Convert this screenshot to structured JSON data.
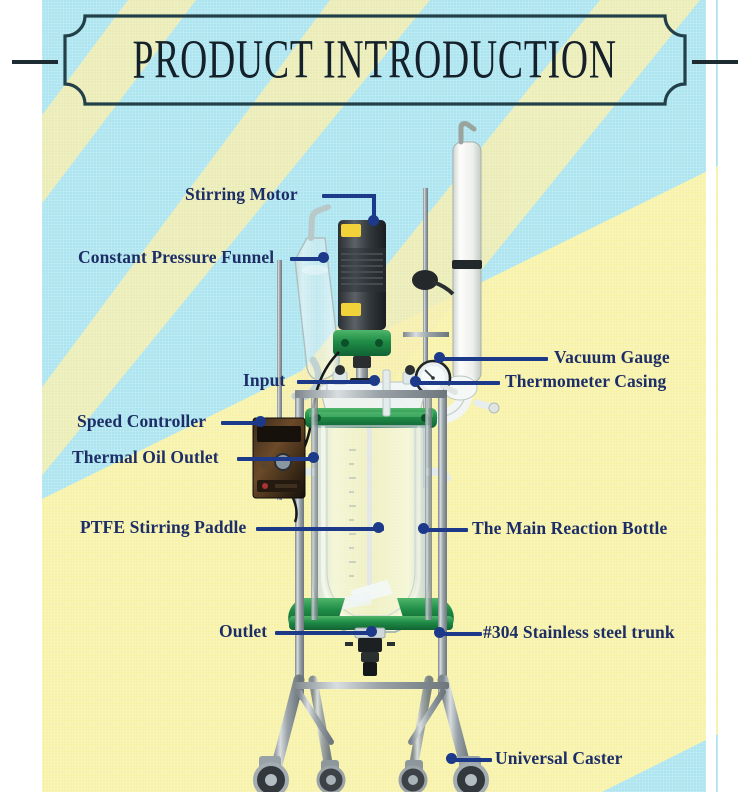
{
  "page": {
    "title": "PRODUCT INTRODUCTION",
    "background_colors": {
      "cyan": "#ace4ef",
      "yellow": "#f7f2a8",
      "pale_yellow_stripe": "#f6eeac",
      "white_stripe": "#ffffff"
    },
    "label_color": "#1d2d66",
    "leader_color": "#1d3a8a"
  },
  "labels": {
    "left": [
      {
        "id": "stirring-motor",
        "text": "Stirring Motor"
      },
      {
        "id": "constant-pressure-funnel",
        "text": "Constant Pressure Funnel"
      },
      {
        "id": "input",
        "text": "Input"
      },
      {
        "id": "speed-controller",
        "text": "Speed Controller"
      },
      {
        "id": "thermal-oil-outlet",
        "text": "Thermal Oil Outlet"
      },
      {
        "id": "ptfe-stirring-paddle",
        "text": "PTFE Stirring Paddle"
      },
      {
        "id": "outlet",
        "text": "Outlet"
      }
    ],
    "right": [
      {
        "id": "vacuum-gauge",
        "text": "Vacuum Gauge"
      },
      {
        "id": "thermometer-casing",
        "text": "Thermometer Casing"
      },
      {
        "id": "main-reaction-bottle",
        "text": "The Main Reaction Bottle"
      },
      {
        "id": "stainless-steel-trunk",
        "text": "#304 Stainless steel trunk"
      },
      {
        "id": "universal-caster",
        "text": "Universal Caster"
      }
    ]
  },
  "equipment": {
    "name": "jacketed-glass-reactor",
    "parts": [
      "stirring-motor",
      "constant-pressure-funnel",
      "condenser",
      "vacuum-gauge",
      "thermometer-casing",
      "reaction-bottle",
      "speed-controller",
      "ptfe-stirring-paddle",
      "drain-valve",
      "stainless-steel-frame",
      "universal-caster"
    ]
  }
}
